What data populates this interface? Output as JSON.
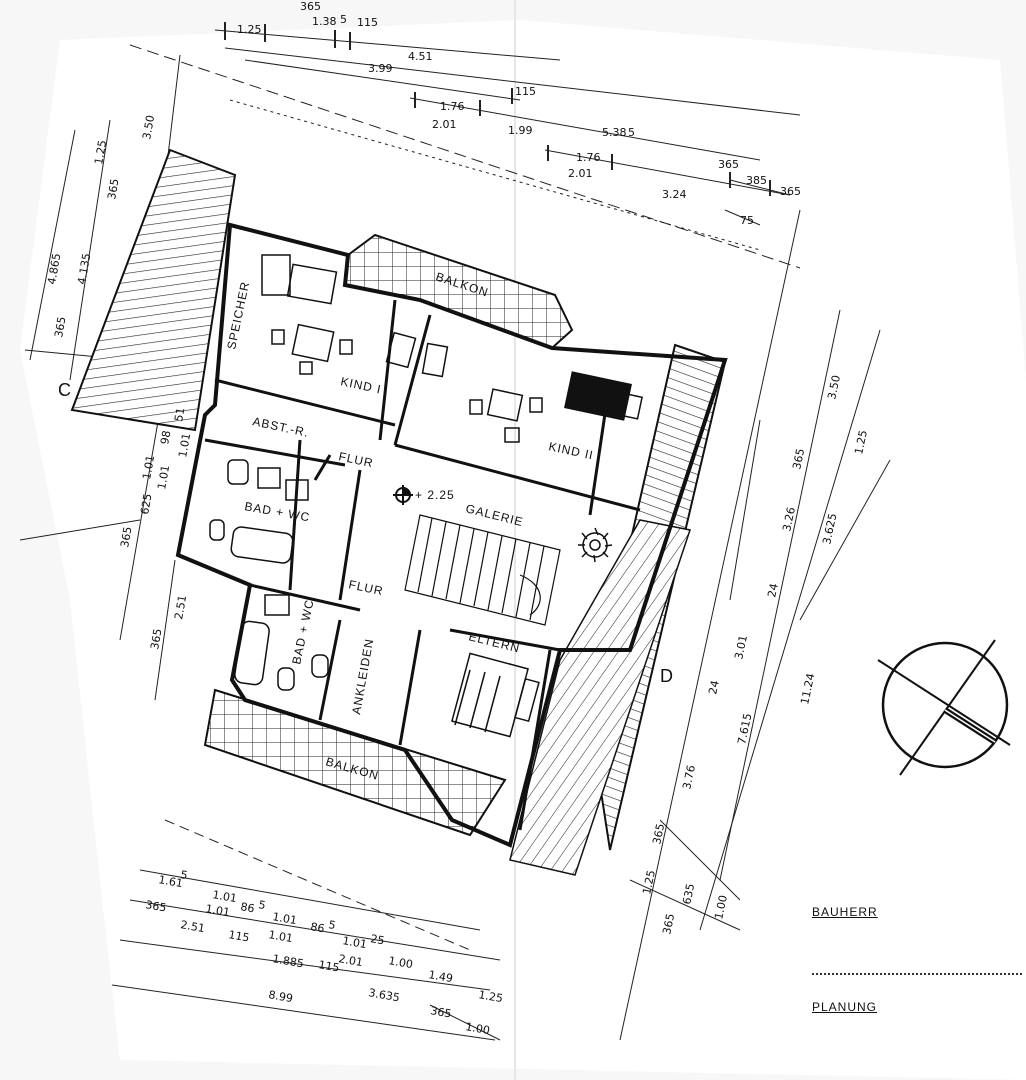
{
  "rooms": {
    "speicher": "SPEICHER",
    "kind1": "KIND I",
    "kind2": "KIND II",
    "balkon_top": "BALKON",
    "balkon_bottom": "BALKON",
    "abst": "ABST.-R.",
    "flur_upper": "FLUR",
    "flur_lower": "FLUR",
    "bad1": "BAD + WC",
    "bad2": "BAD + WC",
    "galerie": "GALERIE",
    "eltern": "ELTERN",
    "ankleiden": "ANKLEIDEN"
  },
  "level": "+ 2.25",
  "sections": {
    "c": "C",
    "d": "D"
  },
  "dims": {
    "top": [
      "1.25",
      "3.99",
      "365",
      "1.38",
      "5",
      "115",
      "4.51",
      "1.76",
      "2.01",
      "1.99",
      "115",
      "5.38",
      "5",
      "1.76",
      "2.01",
      "3.24",
      "365",
      "385",
      "365",
      "75"
    ],
    "left": [
      "3.50",
      "1.25",
      "365",
      "4.865",
      "4.135",
      "365",
      "51",
      "98",
      "1.01",
      "1.01",
      "1.01",
      "625",
      "365",
      "2.51",
      "365"
    ],
    "right": [
      "3.50",
      "1.25",
      "365",
      "3.26",
      "3.625",
      "24",
      "3.01",
      "24",
      "7.615",
      "11.24",
      "3.76",
      "365",
      "1.25",
      "635",
      "1.00",
      "365"
    ],
    "bottom": [
      "1.61",
      "5",
      "365",
      "1.01",
      "1.01",
      "86",
      "5",
      "1.01",
      "1.01",
      "86",
      "5",
      "1.01",
      "25",
      "2.51",
      "115",
      "1.885",
      "115",
      "2.01",
      "1.00",
      "1.49",
      "8.99",
      "3.635",
      "1.25",
      "365",
      "1.00"
    ]
  },
  "legend": {
    "bauherr": "BAUHERR",
    "planung": "PLANUNG"
  }
}
